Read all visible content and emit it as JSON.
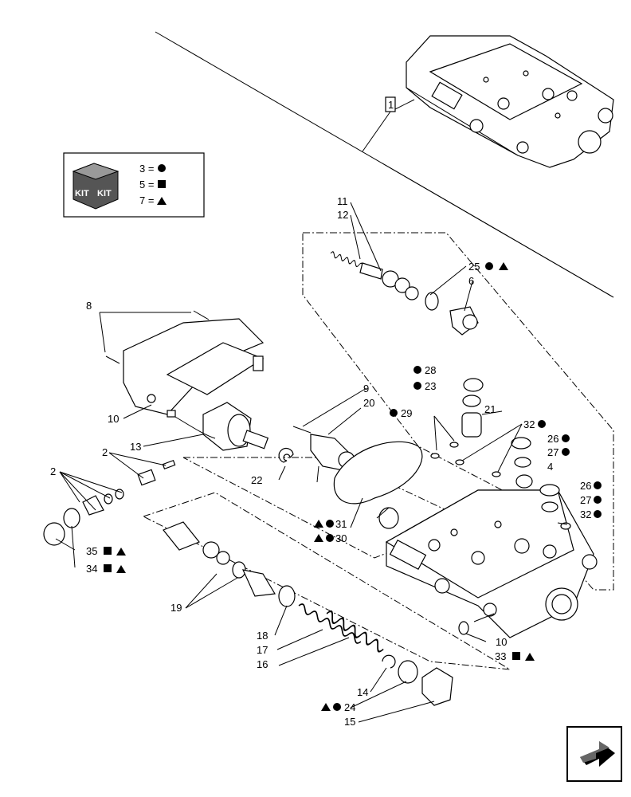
{
  "diagram": {
    "callouts": {
      "c1": "1",
      "c2a": "2",
      "c2b": "2",
      "c4": "4",
      "c6": "6",
      "c8": "8",
      "c9": "9",
      "c10a": "10",
      "c10b": "10",
      "c11": "11",
      "c12": "12",
      "c13": "13",
      "c14": "14",
      "c15": "15",
      "c16": "16",
      "c17": "17",
      "c18": "18",
      "c19": "19",
      "c20": "20",
      "c21": "21",
      "c22": "22",
      "c23": "23",
      "c24": "24",
      "c25": "25",
      "c26a": "26",
      "c26b": "26",
      "c27a": "27",
      "c27b": "27",
      "c28": "28",
      "c29": "29",
      "c30": "30",
      "c31": "31",
      "c32a": "32",
      "c32b": "32",
      "c33": "33",
      "c34": "34",
      "c35": "35"
    },
    "legend": {
      "kit_badge": "KIT",
      "row1": "3 =",
      "row2": "5 =",
      "row3": "7 ="
    },
    "symbols": {
      "circle": "circle-symbol",
      "square": "square-symbol",
      "triangle": "triangle-symbol"
    },
    "nav_icon": "next-page-arrow-icon"
  }
}
